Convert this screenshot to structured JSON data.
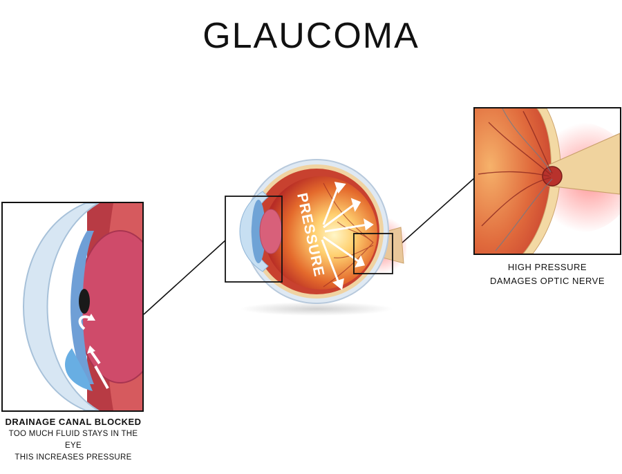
{
  "title": "GLAUCOMA",
  "center_eye": {
    "pressure_label": "PRESSURE"
  },
  "right_panel": {
    "caption_line1": "HIGH PRESSURE",
    "caption_line2": "DAMAGES  OPTIC NERVE"
  },
  "left_panel": {
    "caption_bold": "DRAINAGE CANAL BLOCKED",
    "caption_line2": "TOO MUCH FLUID STAYS IN THE EYE",
    "caption_line3": "THIS INCREASES PRESSURE"
  },
  "colors": {
    "sclera": "#e8b878",
    "retina": "#c8412f",
    "iris": "#6fa3d6",
    "cornea": "#b9d6ee",
    "optic_glow": "#ff6b6b"
  }
}
